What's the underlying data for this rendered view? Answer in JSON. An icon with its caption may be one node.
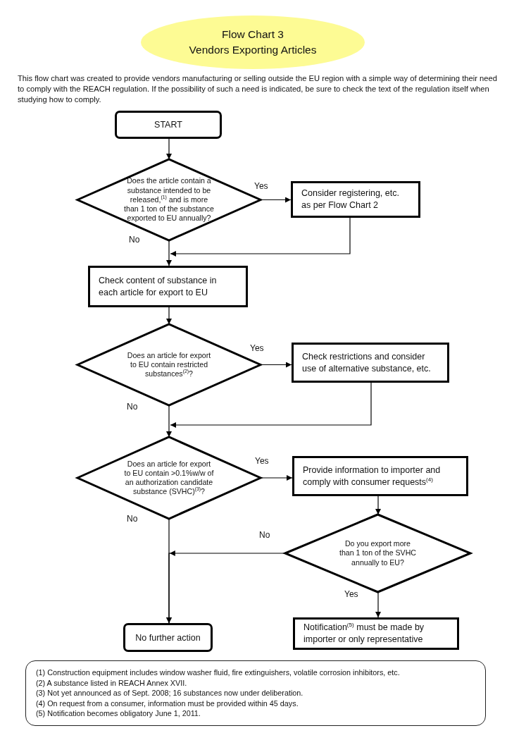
{
  "diagram": {
    "nodes": [
      {
        "text": [
          "Flow Chart 3",
          "Vendors Exporting Articles"
        ]
      },
      {
        "text": [
          "START"
        ]
      },
      {
        "text": [
          "Does the article contain a substance intended to be released,$^{(1)}$ and is more than 1 ton of the substance exported to EU annually?"
        ]
      },
      {
        "text": [
          "Consider registering, etc. as per Flow Chart 2"
        ]
      },
      {
        "text": [
          "Check content of substance in each article for export to EU"
        ]
      },
      {
        "text": [
          "Does an article for export to EU contain restricted substances$^{(2)}$?"
        ]
      },
      {
        "text": [
          "Check restrictions and consider use of alternative substance, etc."
        ]
      },
      {
        "text": [
          "Does an article for export to EU contain >0.1%w/w of an authorization candidate substance (SVHC)$^{(3)}$?"
        ]
      },
      {
        "text": [
          "Provide information to importer and comply with consumer requests$^{(4)}$"
        ]
      },
      {
        "text": [
          "Do you export more than 1 ton of the SVHC annually to EU?"
        ]
      },
      {
        "text": [
          "No further action"
        ]
      },
      {
        "text": [
          "Notification$^{(5)}$ must be made by importer or only representative"
        ]
      },
      {
        "text": [
          "(1) Construction equipment includes window washer fluid, fire extinguishers, volatile corrosion inhibitors, etc.",
          "(2) A substance listed in REACH Annex XVII.",
          "(3) Not yet announced as of Sept. 2008; 16 substances now under deliberation.",
          "(4) On request from a consumer, information must be provided within 45 days.",
          "(5) Notification becomes obligatory June 1, 2011."
        ]
      }
    ],
    "edges": [
      {
        "from": 1,
        "to": 2,
        "arrow": "to"
      },
      {
        "from": 2,
        "to": 3,
        "arrow": "to",
        "label": "Yes"
      },
      {
        "from": 2,
        "to": 4,
        "arrow": "to",
        "label": "No"
      },
      {
        "from": 3,
        "to": 4,
        "arrow": "to"
      },
      {
        "from": 4,
        "to": 5,
        "arrow": "to"
      },
      {
        "from": 5,
        "to": 6,
        "arrow": "to",
        "label": "Yes"
      },
      {
        "from": 5,
        "to": 7,
        "arrow": "to",
        "label": "No"
      },
      {
        "from": 6,
        "to": 7,
        "arrow": "to"
      },
      {
        "from": 7,
        "to": 8,
        "arrow": "to",
        "label": "Yes"
      },
      {
        "from": 7,
        "to": 10,
        "arrow": "to",
        "label": "No"
      },
      {
        "from": 8,
        "to": 9,
        "arrow": "to"
      },
      {
        "from": 9,
        "to": 10,
        "arrow": "to",
        "label": "No"
      },
      {
        "from": 9,
        "to": 11,
        "arrow": "to",
        "label": "Yes"
      }
    ],
    "labels": [
      "This flow chart was created to provide vendors manufacturing or selling outside the EU region with a simple way of determining their need to comply with the REACH regulation. If the possibility of such a need is indicated, be sure to check the text of the regulation itself when studying how to comply."
    ]
  }
}
